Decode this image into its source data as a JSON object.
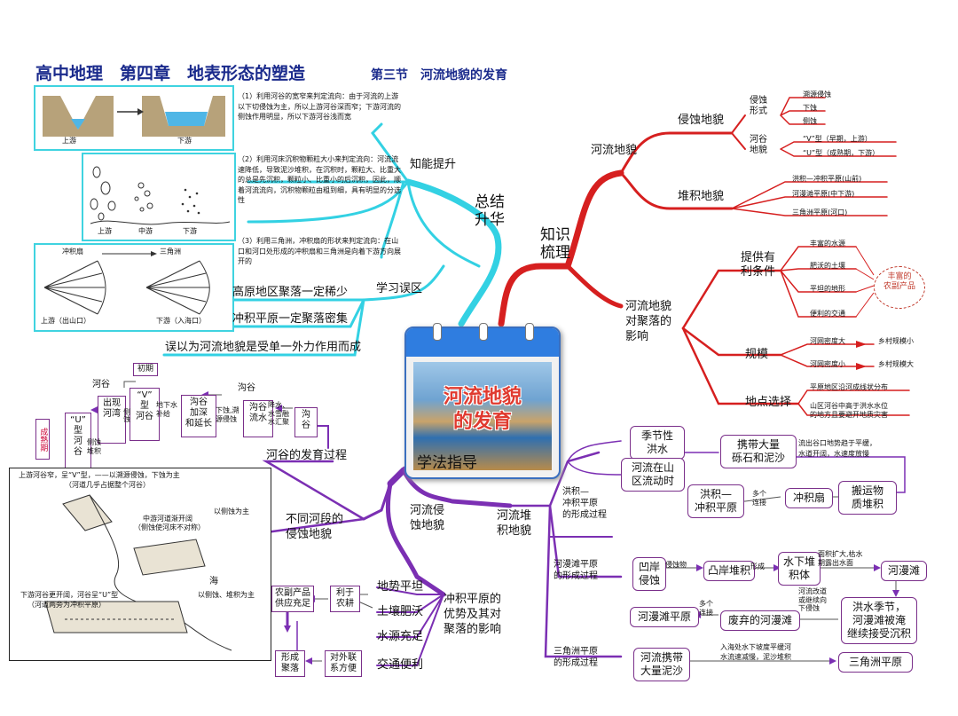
{
  "header": {
    "title": "高中地理　第四章　地表形态的塑造",
    "section": "第三节　河流地貌的发育"
  },
  "center": {
    "title_line1": "河流地貌",
    "title_line2": "的发育"
  },
  "branches": {
    "zhishi": "知识\n梳理",
    "zongjie": "总结\n升华",
    "xuefa": "学法指导"
  },
  "knowledge": {
    "hl_dimao": "河流地貌",
    "qinshi": "侵蚀地貌",
    "qinshi_xingshi": "侵蚀\n形式",
    "xs_items": [
      "溯源侵蚀",
      "下蚀",
      "侧蚀"
    ],
    "hegu_dimao": "河谷\n地貌",
    "hegu_items": [
      "“V”型（早期，上游）",
      "“U”型（成熟期，下游）"
    ],
    "duiji": "堆积地貌",
    "duiji_items": [
      "洪积—冲积平原(山前)",
      "河漫滩平原(中下游)",
      "三角洲平原(河口)"
    ],
    "juluo": "河流地貌\n对聚落的\n影响",
    "tigong": "提供有\n利条件",
    "tigong_items": [
      "丰富的水源",
      "肥沃的土壤",
      "平坦的地形",
      "便利的交通"
    ],
    "feng_oval": "丰富的\n农副产品",
    "guimo": "规模",
    "guimo_items": [
      "河网密度大",
      "乡村规模小",
      "河网密度小",
      "乡村规模大"
    ],
    "didian": "地点选择",
    "didian_items": [
      "平原地区沿河成线状分布",
      "山区河谷中高于洪水水位\n的地方且要避开地质灾害"
    ]
  },
  "summary": {
    "zhineng": "知能提升",
    "p1": "（1）利用河谷的宽窄来判定流向：由于河流的上游以下切侵蚀为主，所以上游河谷深而窄；下游河流的侧蚀作用明显，所以下游河谷浅而宽",
    "p2": "（2）利用河床沉积物颗粒大小来判定流向：河流流速降低，导致泥沙堆积，在沉积时，颗粒大、比重大的总是先沉积，颗粒小、比重小的后沉积，因此，顺着河流流向，沉积物颗粒由粗到细，具有明显的分选性",
    "p3": "（3）利用三角洲，冲积扇的形状来判定流向：在山口和河口处形成的冲积扇和三角洲是向着下游方向展开的",
    "pic1": [
      "上游",
      "下游"
    ],
    "pic2": [
      "上游",
      "中游",
      "下游"
    ],
    "pic3": [
      "冲积扇",
      "三角洲",
      "上游（出山口）",
      "下游（入海口）"
    ],
    "wuqu": "学习误区",
    "wuqu_items": [
      "高原地区聚落一定稀少",
      "冲积平原一定聚落密集",
      "误以为河流地貌是受单一外力作用而成"
    ]
  },
  "method": {
    "qinshi_dm": "河流侵\n蚀地貌",
    "fayu": "河谷的发育过程",
    "butong": "不同河段的\n侵蚀地貌",
    "hegu": "河谷",
    "chuqi": "初期",
    "v_box": "“V”\n型\n河谷",
    "u_box": "“U”\n型\n河\n谷",
    "chengshu": "成熟期",
    "chuxian": "出现\n河湾",
    "cejiao": "侧蚀\n堆积",
    "cishi": "侧蚀",
    "goujia": "沟谷\n加深\n和延长",
    "dixia": "地下水\n补给",
    "gougu_liu": "沟谷\n流水",
    "xiashi": "下蚀,溯\n源侵蚀",
    "jiangshui": "降水、\n水雪融\n水汇聚",
    "gougu": "沟谷",
    "gougu_lbl": "沟谷",
    "profile_top": "上游河谷窄，呈“V”型，——以溯源侵蚀，下蚀为主",
    "profile_top2": "（河道几乎占据整个河谷）",
    "profile_mid": "中游河道渐开阔",
    "profile_mid2": "（侧蚀使河床不对称）",
    "profile_mid3": "以侧蚀为主",
    "profile_low": "下游河谷更开阔，河谷呈“U”型",
    "profile_low2": "（河道两旁为冲积平原）",
    "profile_sea": "海",
    "profile_low3": "以侧蚀、堆积为主",
    "duiji_dm": "河流堆\n积地貌",
    "hongji": "洪积—\n冲积平原\n的形成过程",
    "jijie": "季节性\n洪水",
    "shanqu": "河流在山\n区流动时",
    "xiedai": "携带大量\n砾石和泥沙",
    "xiedai_note": "流出谷口地势趋于平缓，\n水道开阔，水速度放慢",
    "banyun": "搬运物\n质堆积",
    "chongjishan": "冲积扇",
    "duoge": "多个\n连接",
    "hongji_box": "洪积—\n冲积平原",
    "heman": "河漫滩平原\n的形成过程",
    "aoan": "凹岸\n侵蚀",
    "qinshiwu": "侵蚀物",
    "tuan": "凸岸堆积",
    "xingcheng": "形成",
    "shuixia": "水下堆\n积体",
    "mianji": "面积扩大,枯水\n期露出水面",
    "hemantan": "河漫滩",
    "hongshui": "洪水季节，\n河漫滩被淹\n继续接受沉积",
    "gaidao": "河流改道\n或继续向\n下侵蚀",
    "feiqi": "废弃的河漫滩",
    "duoge2": "多个\n连接",
    "hemanpy": "河漫滩平原",
    "sanjiao": "三角洲平原\n的形成过程",
    "xiedai2": "河流携带\n大量泥沙",
    "rhai": "入海处水下坡度平缓河\n水流速减慢，泥沙堆积",
    "sjz": "三角洲平原",
    "chongji_you": "冲积平原的\n优势及其对\n聚落的影响",
    "yous": [
      "地势平坦",
      "土壤肥沃",
      "水源充足",
      "交通便利"
    ],
    "liyu": "利于\n农耕",
    "nongfu": "农副产品\n供应充足",
    "duiwai": "对外联\n系方便",
    "xingcheng_jl": "形成\n聚落"
  },
  "colors": {
    "red": "#d61f1f",
    "cyan": "#33d1e3",
    "purple": "#7b2fb3",
    "title": "#1a2a8c"
  }
}
